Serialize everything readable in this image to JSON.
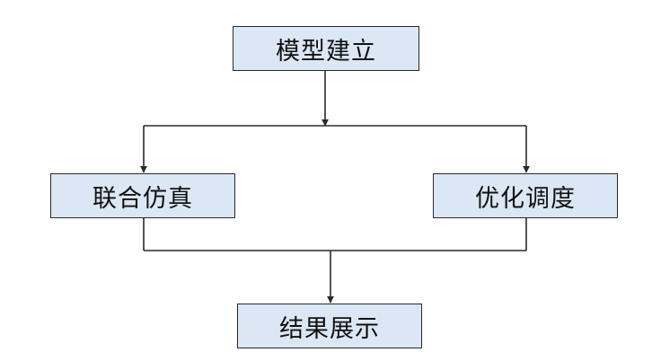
{
  "diagram": {
    "fill_color": "#dbe7f5",
    "line_color": "#2a2a2a",
    "nodes": {
      "top": "模型建立",
      "left": "联合仿真",
      "right": "优化调度",
      "bottom": "结果展示"
    },
    "edges": [
      [
        "top",
        "left"
      ],
      [
        "top",
        "right"
      ],
      [
        "left",
        "bottom"
      ],
      [
        "right",
        "bottom"
      ]
    ]
  }
}
